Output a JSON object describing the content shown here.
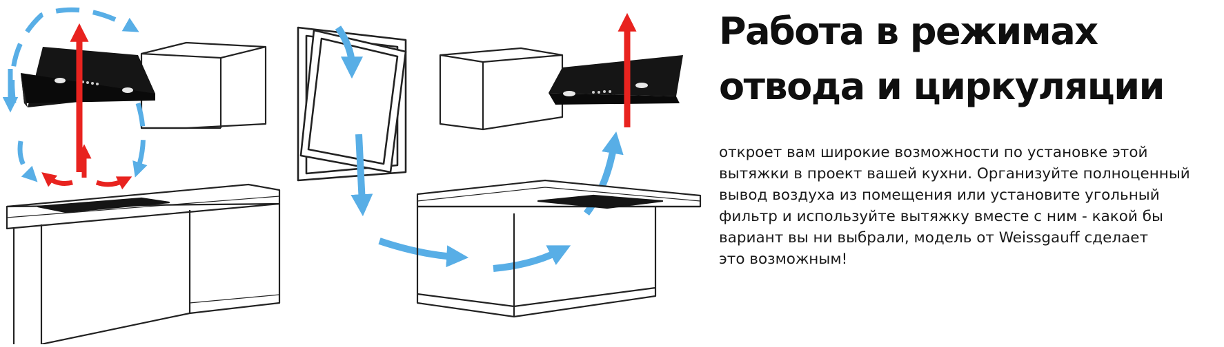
{
  "heading": {
    "line1": "Работа в режимах",
    "line2": "отвода и циркуляции"
  },
  "description": {
    "lines": [
      "откроет вам широкие возможности по установке этой",
      "вытяжки в проект вашей кухни. Организуйте полноценный",
      "вывод воздуха из помещения или установите угольный",
      "фильтр и используйте вытяжку вместе с ним - какой бы",
      "вариант вы ни выбрали, модель от Weissgauff сделает",
      "это возможным!"
    ]
  },
  "colors": {
    "accent_red": "#e8231f",
    "accent_blue": "#58aee6",
    "hood_black": "#151515",
    "outline": "#222222"
  }
}
